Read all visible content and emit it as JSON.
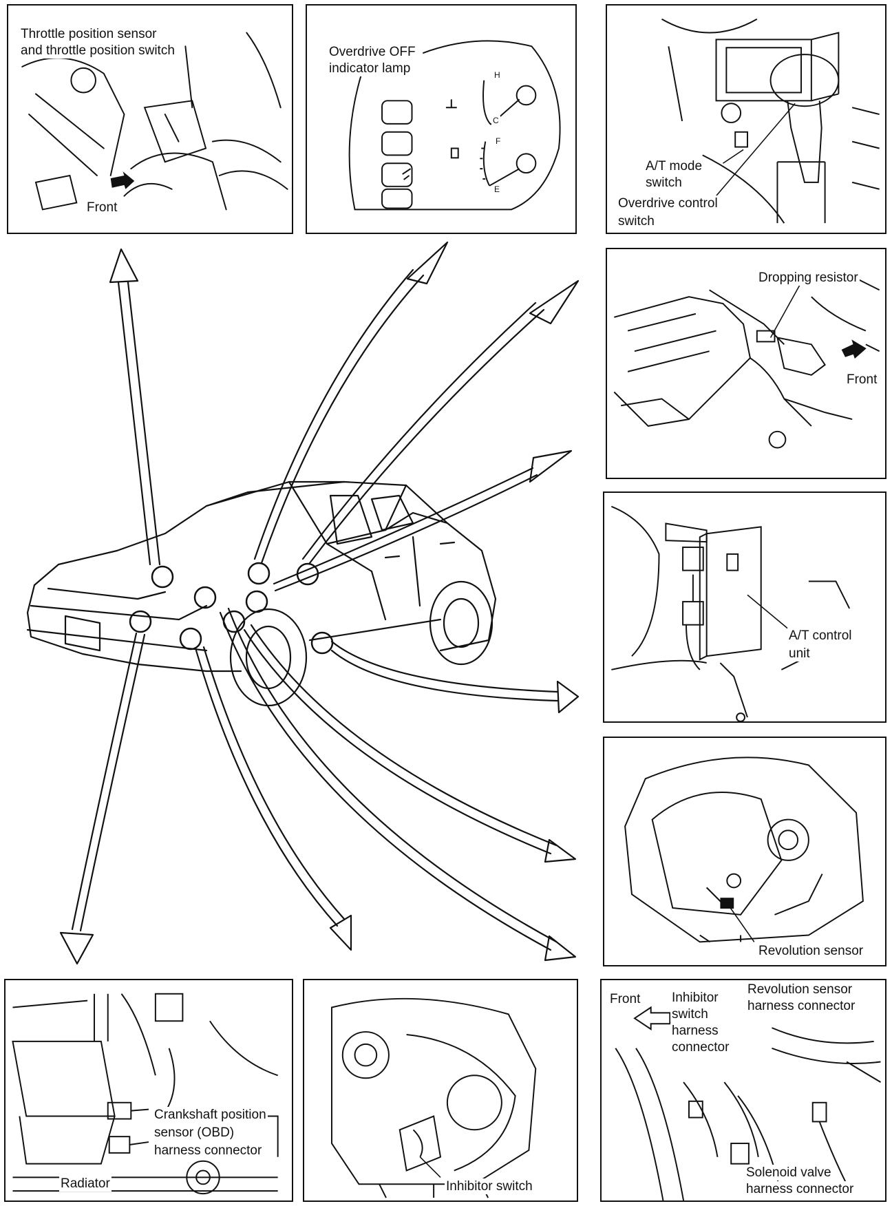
{
  "panels": {
    "throttle": {
      "label_line1": "Throttle position sensor",
      "label_line2": "and throttle position switch",
      "front": "Front"
    },
    "overdrive_lamp": {
      "label_line1": "Overdrive OFF",
      "label_line2": "indicator lamp",
      "gauge_h": "H",
      "gauge_c": "C",
      "gauge_f": "F",
      "gauge_e": "E"
    },
    "shift": {
      "mode_line1": "A/T mode",
      "mode_line2": "switch",
      "od_line1": "Overdrive control",
      "od_line2": "switch"
    },
    "resistor": {
      "label": "Dropping resistor",
      "front": "Front"
    },
    "control_unit": {
      "label_line1": "A/T control",
      "label_line2": "unit"
    },
    "revolution": {
      "label": "Revolution sensor"
    },
    "crankshaft": {
      "label_line1": "Crankshaft position",
      "label_line2": "sensor (OBD)",
      "label_line3": "harness connector",
      "radiator": "Radiator"
    },
    "inhibitor": {
      "label": "Inhibitor switch"
    },
    "connectors": {
      "front": "Front",
      "inh_line1": "Inhibitor",
      "inh_line2": "switch",
      "inh_line3": "harness",
      "inh_line4": "connector",
      "rev_line1": "Revolution sensor",
      "rev_line2": "harness connector",
      "sol_line1": "Solenoid valve",
      "sol_line2": "harness connector"
    }
  }
}
